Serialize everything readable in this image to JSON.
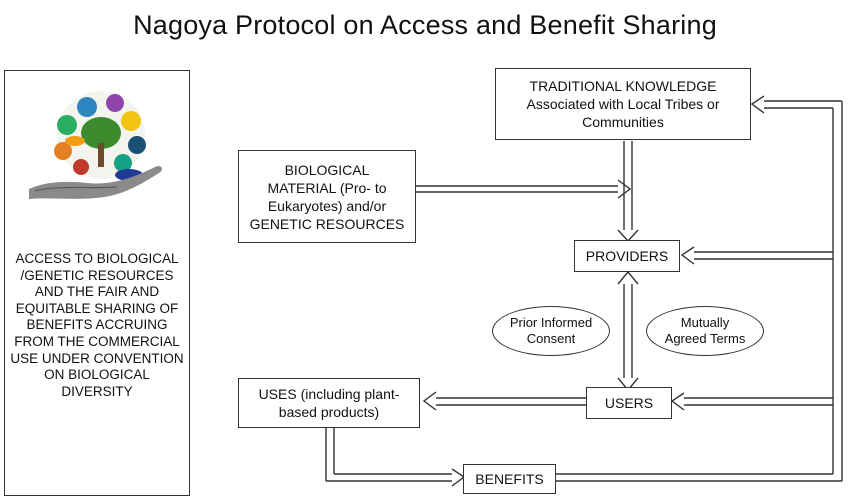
{
  "title": "Nagoya Protocol on Access and Benefit Sharing",
  "left_panel": {
    "emblem_icon": "hand-holding-biodiversity-icon",
    "text": "ACCESS TO BIOLOGICAL /GENETIC RESOURCES AND THE FAIR AND EQUITABLE SHARING OF BENEFITS ACCRUING FROM THE COMMERCIAL USE UNDER CONVENTION ON BIOLOGICAL DIVERSITY"
  },
  "nodes": {
    "traditional_knowledge": {
      "line1": "TRADITIONAL KNOWLEDGE",
      "line2": "Associated with Local Tribes or",
      "line3": "Communities"
    },
    "biological_material": {
      "line1": "BIOLOGICAL",
      "line2": "MATERIAL (Pro- to",
      "line3": "Eukaryotes) and/or",
      "line4": "GENETIC RESOURCES"
    },
    "providers": "PROVIDERS",
    "users": "USERS",
    "uses": {
      "line1": "USES (including plant-",
      "line2": "based products)"
    },
    "benefits": "BENEFITS",
    "prior_informed_consent": {
      "line1": "Prior Informed",
      "line2": "Consent"
    },
    "mutually_agreed_terms": {
      "line1": "Mutually",
      "line2": "Agreed Terms"
    }
  }
}
